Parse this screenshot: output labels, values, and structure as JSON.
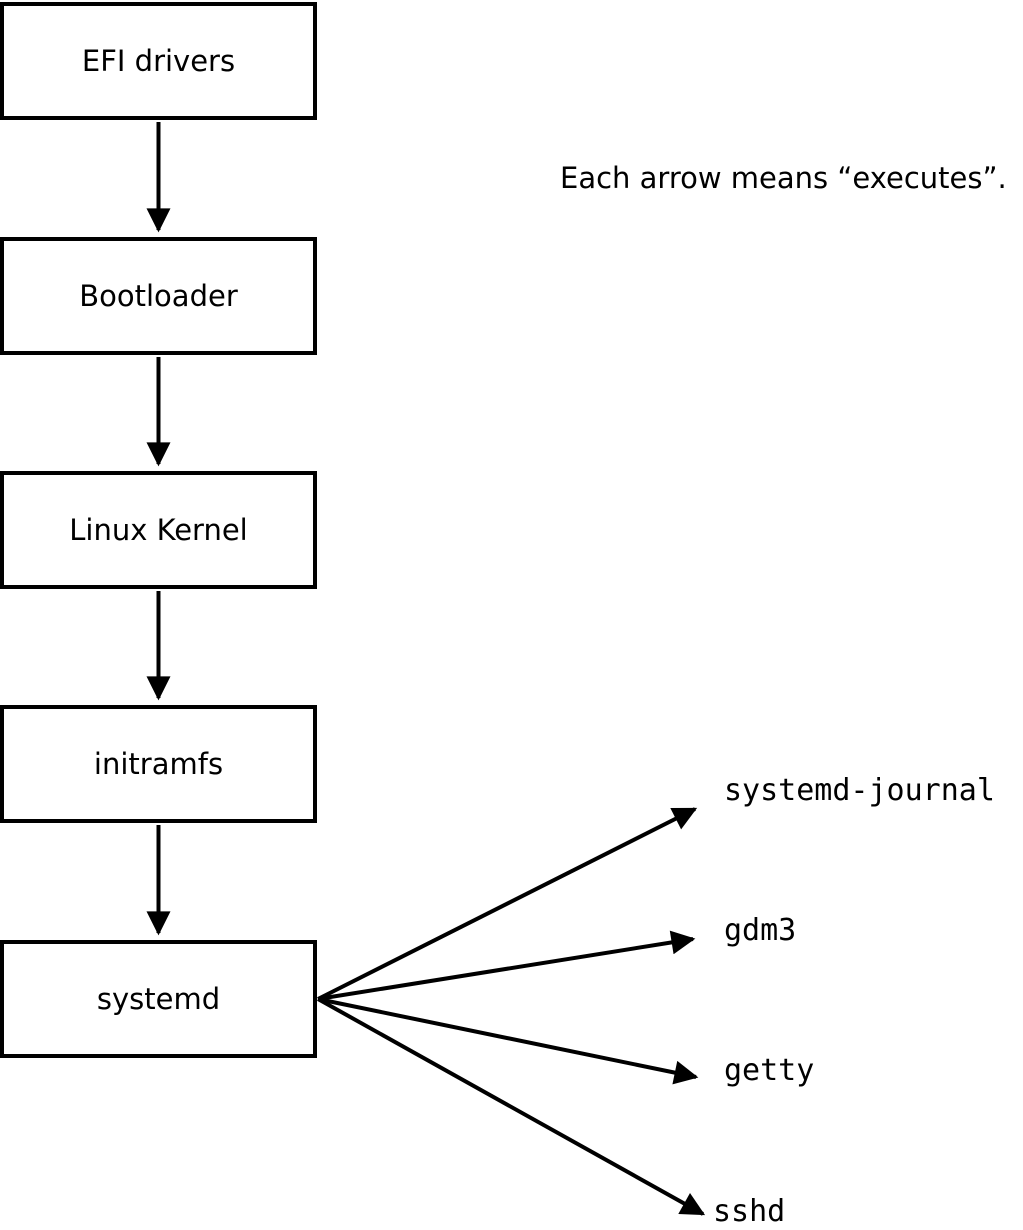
{
  "note": "Each arrow means “executes”.",
  "arrow_meaning": "executes",
  "chain": [
    {
      "id": "efi-drivers",
      "label": "EFI drivers"
    },
    {
      "id": "bootloader",
      "label": "Bootloader"
    },
    {
      "id": "linux-kernel",
      "label": "Linux Kernel"
    },
    {
      "id": "initramfs",
      "label": "initramfs"
    },
    {
      "id": "systemd",
      "label": "systemd"
    }
  ],
  "spawned_services": [
    {
      "id": "systemd-journal",
      "label": "systemd-journal"
    },
    {
      "id": "gdm3",
      "label": "gdm3"
    },
    {
      "id": "getty",
      "label": "getty"
    },
    {
      "id": "sshd",
      "label": "sshd"
    }
  ],
  "colors": {
    "background": "#ffffff",
    "box_fill": "#ffffff",
    "box_border": "#000000",
    "arrow": "#000000",
    "text": "#000000"
  }
}
